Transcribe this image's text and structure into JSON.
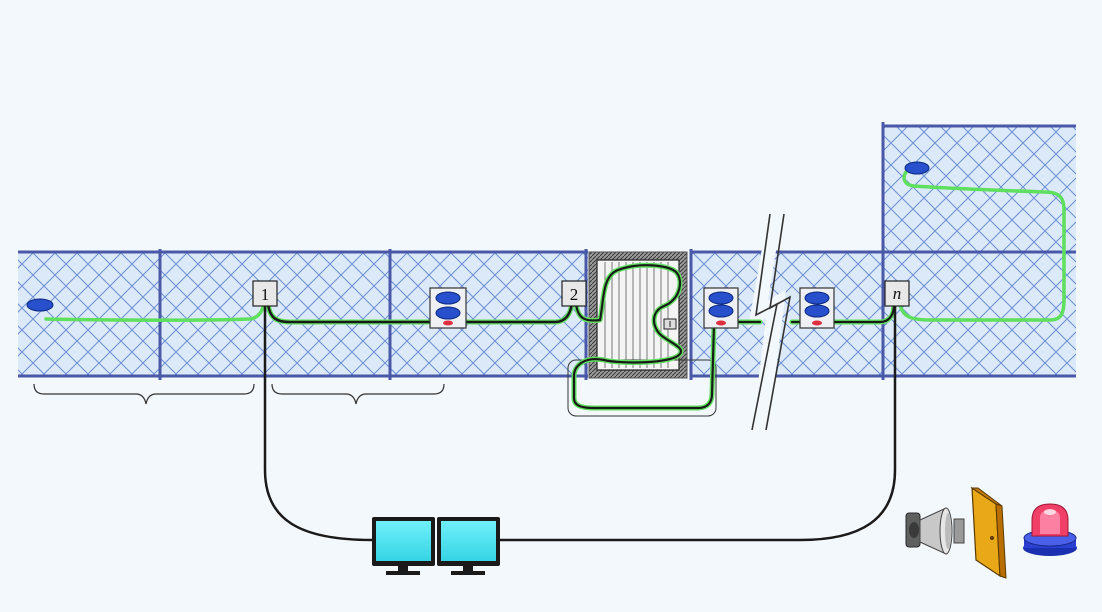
{
  "controllers": [
    {
      "label": "1"
    },
    {
      "label": "2"
    },
    {
      "label": "n"
    }
  ],
  "colors": {
    "background": "#f3f8fc",
    "fence_fill": "#dce9f8",
    "fence_mesh": "#6c8fd6",
    "fence_post": "#4a58a8",
    "sensor_cable": "#5ee05e",
    "signal_cable": "#111111",
    "monitor_screen": "#4fe6f2",
    "sensor_puck": "#2850cc",
    "siren_body": "#5e6060",
    "door_panel": "#e8a818",
    "beacon_red": "#f04068",
    "beacon_blue": "#2a40d0"
  },
  "icons": [
    "fence-panel",
    "controller-box",
    "sensor-end-puck",
    "junction-box",
    "gate",
    "monitor",
    "siren-icon",
    "door-icon",
    "beacon-icon",
    "break-mark"
  ]
}
